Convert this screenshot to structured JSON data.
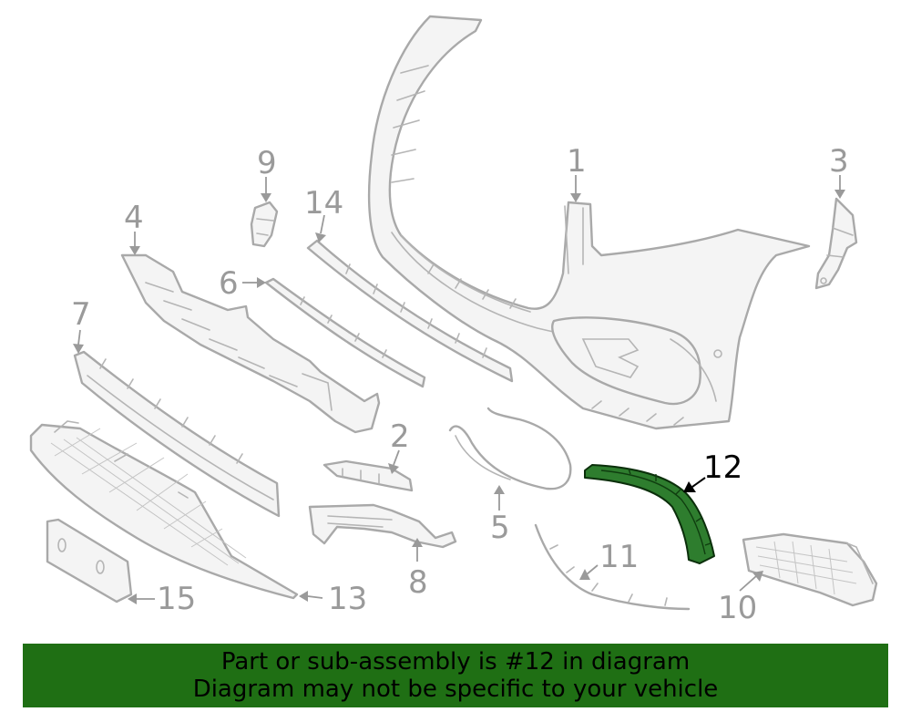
{
  "diagram": {
    "highlighted_part": "12",
    "highlight_color": "#2e7d2e",
    "line_color": "#a9a9a9",
    "callouts": {
      "c1": "1",
      "c2": "2",
      "c3": "3",
      "c4": "4",
      "c5": "5",
      "c6": "6",
      "c7": "7",
      "c8": "8",
      "c9": "9",
      "c10": "10",
      "c11": "11",
      "c12": "12",
      "c13": "13",
      "c14": "14",
      "c15": "15"
    }
  },
  "banner": {
    "background": "#1f6f14",
    "line1": "Part or sub-assembly is #12 in diagram",
    "line2": "Diagram may not be specific to your vehicle"
  }
}
